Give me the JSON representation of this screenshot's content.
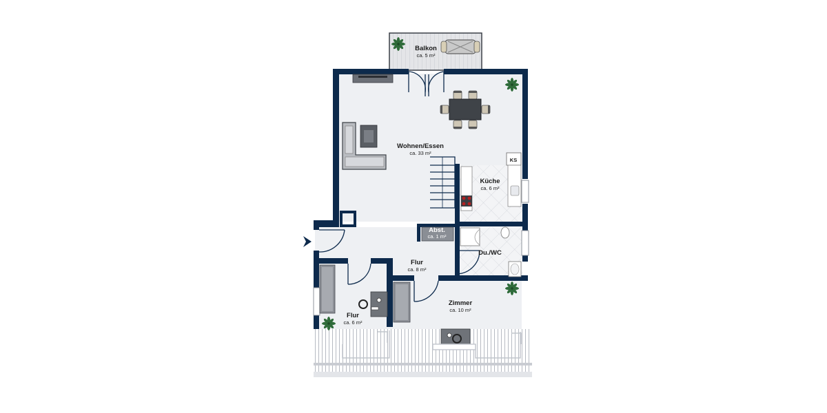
{
  "colors": {
    "wall": "#0d2a4c",
    "floor": "#eeeff3",
    "tile": "#f3f4f6",
    "tile_line": "#d9dce2",
    "furniture": "#6d7177",
    "furniture_light": "#b9bcc1",
    "plant": "#2f6b3a",
    "stair": "#0d2a4c"
  },
  "rooms": {
    "balkon": {
      "name": "Balkon",
      "area": "ca. 5 m²"
    },
    "wohnen": {
      "name": "Wohnen/Essen",
      "area": "ca. 33 m²"
    },
    "kueche": {
      "name": "Küche",
      "area": "ca. 6 m²"
    },
    "abst": {
      "name": "Abst.",
      "area": "ca. 1 m²"
    },
    "flur_main": {
      "name": "Flur",
      "area": "ca. 8 m²"
    },
    "duwc": {
      "name": "Du./WC",
      "area": ""
    },
    "flur_side": {
      "name": "Flur",
      "area": "ca. 6 m²"
    },
    "zimmer": {
      "name": "Zimmer",
      "area": "ca. 10 m²"
    }
  },
  "annotations": {
    "ks": "KS"
  },
  "icons": {
    "entrance": "entrance-arrow-icon",
    "plant": "plant-icon"
  }
}
